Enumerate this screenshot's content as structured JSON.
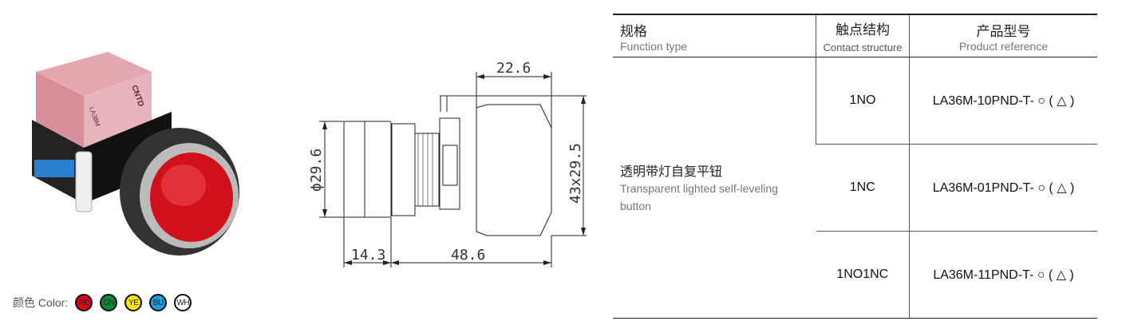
{
  "colors": {
    "label_cn": "颜色",
    "label_en": "Color:",
    "options": [
      {
        "code": "RD",
        "hex": "#e3001b"
      },
      {
        "code": "GN",
        "hex": "#0a8a3a"
      },
      {
        "code": "YE",
        "hex": "#ffe600"
      },
      {
        "code": "BU",
        "hex": "#1a9ee0"
      },
      {
        "code": "WH",
        "hex": "#ffffff"
      }
    ]
  },
  "drawing": {
    "dim_top": "22.6",
    "dim_diameter": "ϕ29.6",
    "dim_height": "43x29.5",
    "dim_front": "14.3",
    "dim_length": "48.6"
  },
  "photo": {
    "brand": "CNTD",
    "model": "LA38M"
  },
  "table": {
    "headers": [
      {
        "cn": "规格",
        "en": "Function type"
      },
      {
        "cn": "触点结构",
        "en": "Contact structure"
      },
      {
        "cn": "产品型号",
        "en": "Product reference"
      }
    ],
    "function_cn": "透明带灯自复平钮",
    "function_en": "Transparent lighted self-leveling button",
    "rows": [
      {
        "contact": "1NO",
        "ref": "LA36M-10PND-T- ○ ( △ )"
      },
      {
        "contact": "1NC",
        "ref": "LA36M-01PND-T- ○ ( △ )"
      },
      {
        "contact": "1NO1NC",
        "ref": "LA36M-11PND-T- ○ ( △ )"
      }
    ]
  }
}
